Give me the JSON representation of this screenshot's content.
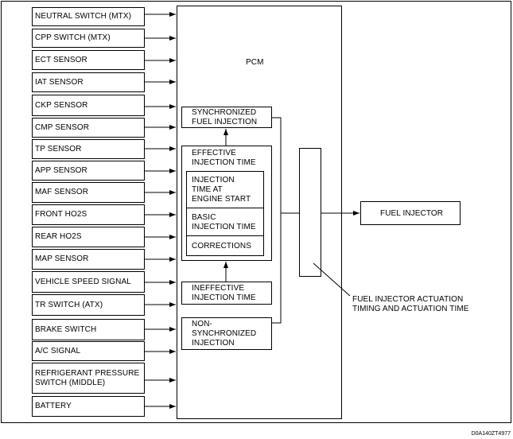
{
  "inputs": [
    "NEUTRAL SWITCH (MTX)",
    "CPP SWITCH (MTX)",
    "ECT SENSOR",
    "IAT SENSOR",
    "CKP SENSOR",
    "CMP SENSOR",
    "TP SENSOR",
    "APP SENSOR",
    "MAF SENSOR",
    "FRONT HO2S",
    "REAR HO2S",
    "MAP SENSOR",
    "VEHICLE SPEED SIGNAL",
    "TR SWITCH (ATX)",
    "BRAKE SWITCH",
    "A/C SIGNAL",
    "REFRIGERANT PRESSURE\nSWITCH (MIDDLE)",
    "BATTERY"
  ],
  "pcm": {
    "title": "PCM",
    "synchronized": "SYNCHRONIZED\nFUEL INJECTION",
    "effective": "EFFECTIVE\nINJECTION TIME",
    "engine_start": "INJECTION\nTIME AT\nENGINE START",
    "basic": "BASIC\nINJECTION TIME",
    "corrections": "CORRECTIONS",
    "ineffective": "INEFFECTIVE\nINJECTION TIME",
    "non_synchronized": "NON-\nSYNCHRONIZED\nINJECTION"
  },
  "output": "FUEL INJECTOR",
  "callout": "FUEL INJECTOR ACTUATION\nTIMING AND ACTUATION TIME",
  "figure_code": "D0A140ZT4977"
}
